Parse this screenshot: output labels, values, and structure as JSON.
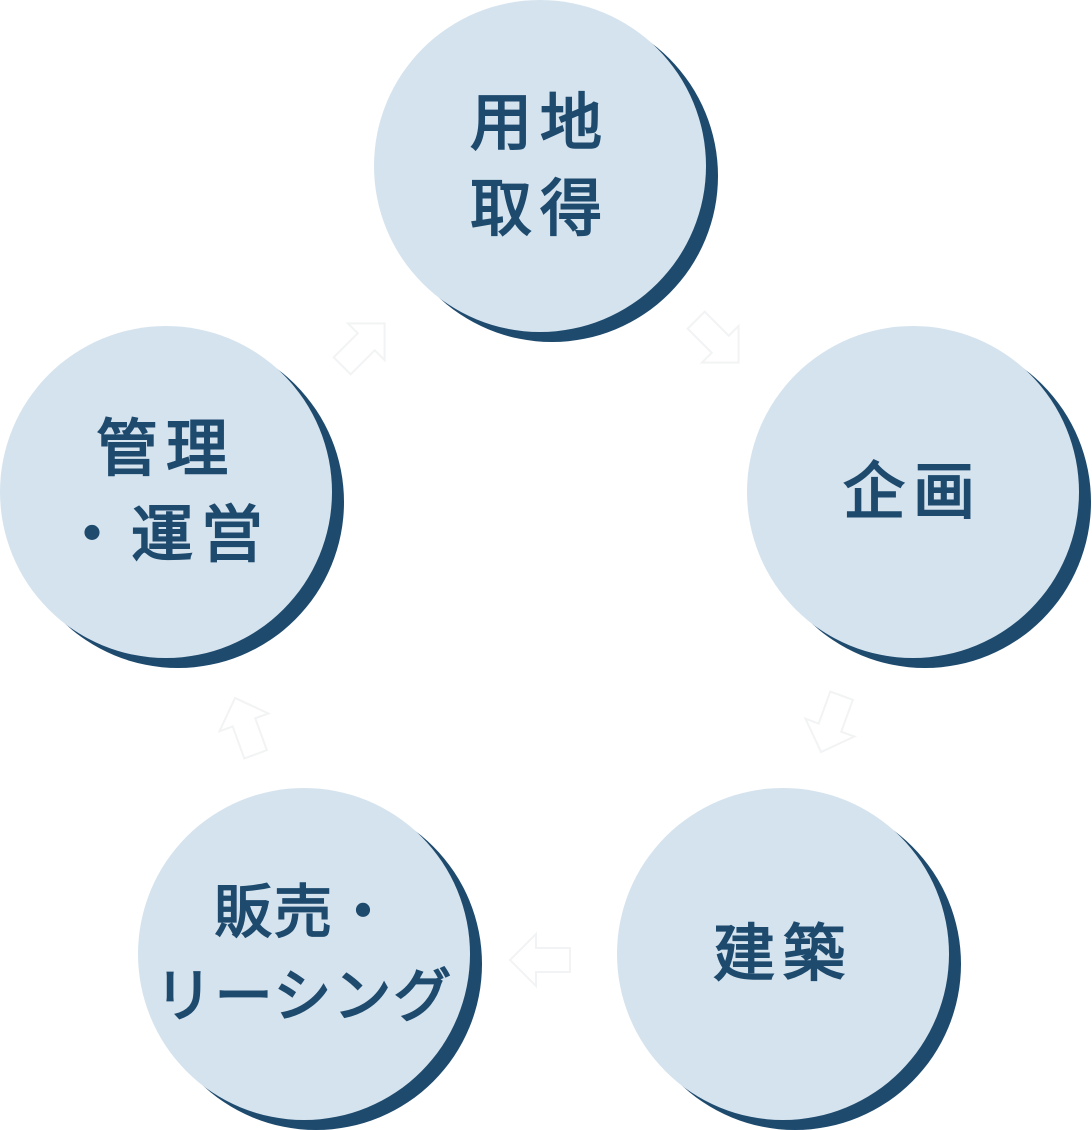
{
  "diagram": {
    "type": "cycle",
    "steps": [
      {
        "id": "land",
        "lines": [
          "用地",
          "取得"
        ]
      },
      {
        "id": "plan",
        "lines": [
          "企画"
        ]
      },
      {
        "id": "build",
        "lines": [
          "建築"
        ]
      },
      {
        "id": "sales",
        "lines": [
          "販売・",
          "リーシング"
        ]
      },
      {
        "id": "manage",
        "lines": [
          "管理",
          "・運営"
        ]
      }
    ],
    "colors": {
      "circle_fill": "#d5e3ee",
      "circle_shadow": "#1e4a6d",
      "text": "#1e4a6d",
      "arrow_outline": "#f2f3f4",
      "background": "#ffffff"
    },
    "arrow_icon": "block-arrow-icon"
  }
}
